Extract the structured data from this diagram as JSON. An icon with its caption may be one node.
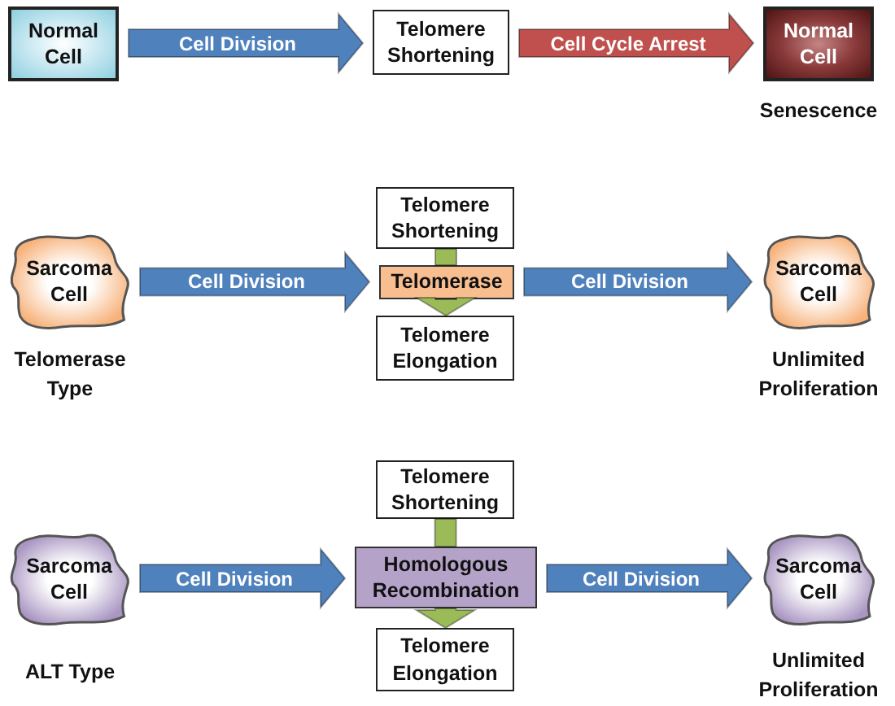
{
  "diagram": {
    "nodes": [
      {
        "text": [
          "Normal Cell"
        ]
      },
      {
        "text": [
          "Telomere Shortening"
        ]
      },
      {
        "text": [
          "Normal Cell"
        ],
        "beside": [
          "Senescence"
        ]
      },
      {
        "text": [
          "Sarcoma Cell"
        ],
        "beside": [
          "Telomerase Type"
        ]
      },
      {
        "text": [
          "Telomere Shortening"
        ]
      },
      {
        "text": [
          "Telomerase"
        ]
      },
      {
        "text": [
          "Telomere Elongation"
        ]
      },
      {
        "text": [
          "Sarcoma Cell"
        ],
        "beside": [
          "Unlimited Proliferation"
        ]
      },
      {
        "text": [
          "Sarcoma Cell"
        ],
        "beside": [
          "ALT Type"
        ]
      },
      {
        "text": [
          "Telomere Shortening"
        ]
      },
      {
        "text": [
          "Homologous Recombination"
        ]
      },
      {
        "text": [
          "Telomere Elongation"
        ]
      },
      {
        "text": [
          "Sarcoma Cell"
        ],
        "beside": [
          "Unlimited Proliferation"
        ]
      }
    ],
    "edges": [
      {
        "from": 0,
        "to": 1,
        "arrow": "to",
        "label": "Cell Division"
      },
      {
        "from": 1,
        "to": 2,
        "arrow": "to",
        "label": "Cell Cycle Arrest",
        "color": "#c0504d"
      },
      {
        "from": 3,
        "to": 5,
        "arrow": "to",
        "label": "Cell Division"
      },
      {
        "from": 4,
        "to": 5,
        "arrow": "none",
        "color": "#9bbb59"
      },
      {
        "from": 5,
        "to": 6,
        "arrow": "to",
        "color": "#9bbb59"
      },
      {
        "from": 5,
        "to": 7,
        "arrow": "to",
        "label": "Cell Division"
      },
      {
        "from": 8,
        "to": 10,
        "arrow": "to",
        "label": "Cell Division"
      },
      {
        "from": 9,
        "to": 10,
        "arrow": "none",
        "color": "#9bbb59"
      },
      {
        "from": 10,
        "to": 11,
        "arrow": "to",
        "color": "#9bbb59"
      },
      {
        "from": 10,
        "to": 12,
        "arrow": "to",
        "label": "Cell Division"
      }
    ]
  }
}
